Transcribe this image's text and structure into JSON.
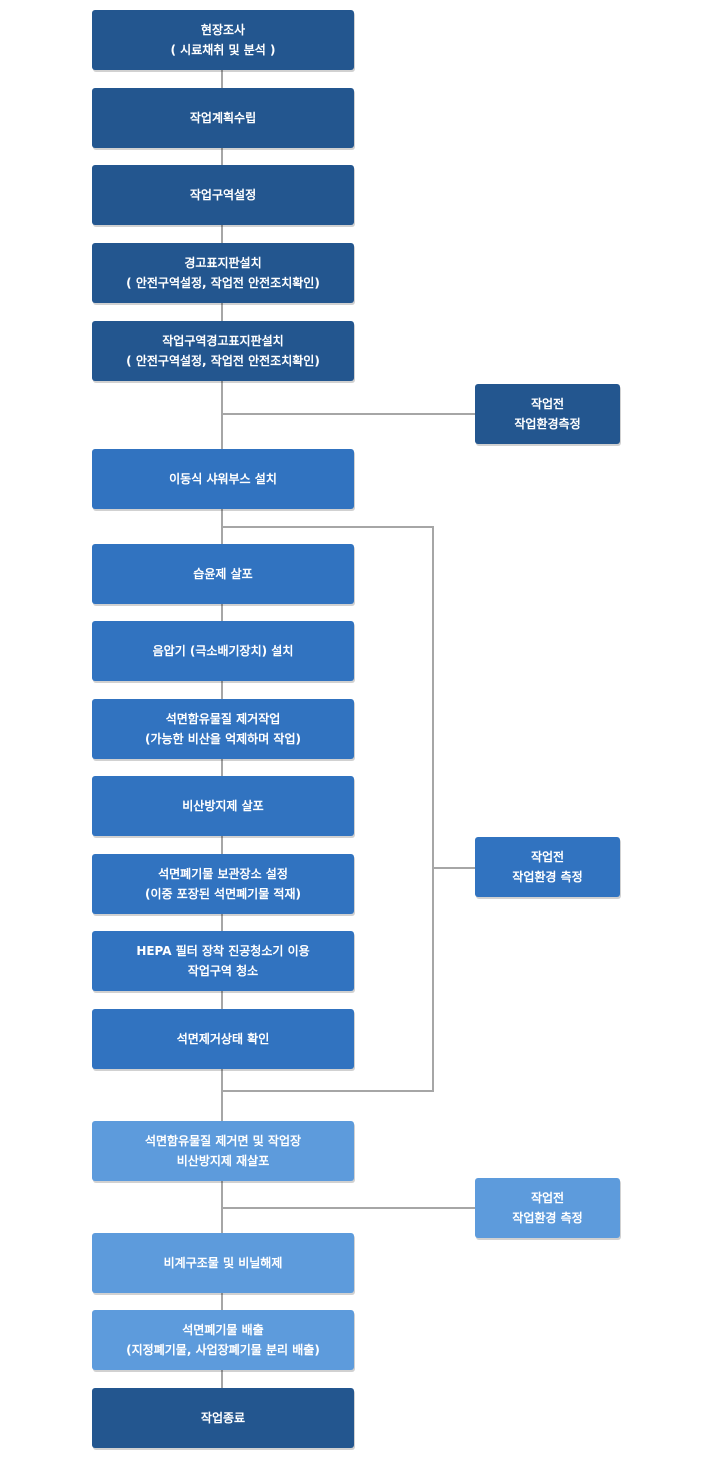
{
  "steps": [
    {
      "line1": "현장조사",
      "line2": "( 시료채취 및 분석 )"
    },
    {
      "line1": "작업계획수립"
    },
    {
      "line1": "작업구역설정"
    },
    {
      "line1": "경고표지판설치",
      "line2": "( 안전구역설정, 작업전 안전조치확인)"
    },
    {
      "line1": "작업구역경고표지판설치",
      "line2": "( 안전구역설정, 작업전 안전조치확인)"
    },
    {
      "line1": "이동식 샤워부스 설치"
    },
    {
      "line1": "습윤제 살포"
    },
    {
      "line1": "음압기 (극소배기장치) 설치"
    },
    {
      "line1": "석면함유물질 제거작업",
      "line2": "(가능한 비산을 억제하며 작업)"
    },
    {
      "line1": "비산방지제 살포"
    },
    {
      "line1": "석면폐기물 보관장소 설정",
      "line2": "(이중 포장된 석면폐기물 적재)"
    },
    {
      "line1": "HEPA 필터 장착 진공청소기 이용",
      "line2": "작업구역 청소"
    },
    {
      "line1": "석면제거상태 확인"
    },
    {
      "line1": "석면함유물질 제거면 및 작업장",
      "line2": "비산방지제 재살포"
    },
    {
      "line1": "비계구조물 및 비닐해제"
    },
    {
      "line1": "석면폐기물 배출",
      "line2": "(지정폐기물, 사업장폐기물 분리 배출)"
    },
    {
      "line1": "작업종료"
    }
  ],
  "side_boxes": [
    {
      "line1": "작업전",
      "line2": "작업환경측정"
    },
    {
      "line1": "작업전",
      "line2": "작업환경 측정"
    },
    {
      "line1": "작업전",
      "line2": "작업환경 측정"
    }
  ],
  "colors": {
    "dark": "#23568f",
    "mid": "#3173c0",
    "light": "#5d9bdc",
    "line": "#a6a6a6"
  }
}
